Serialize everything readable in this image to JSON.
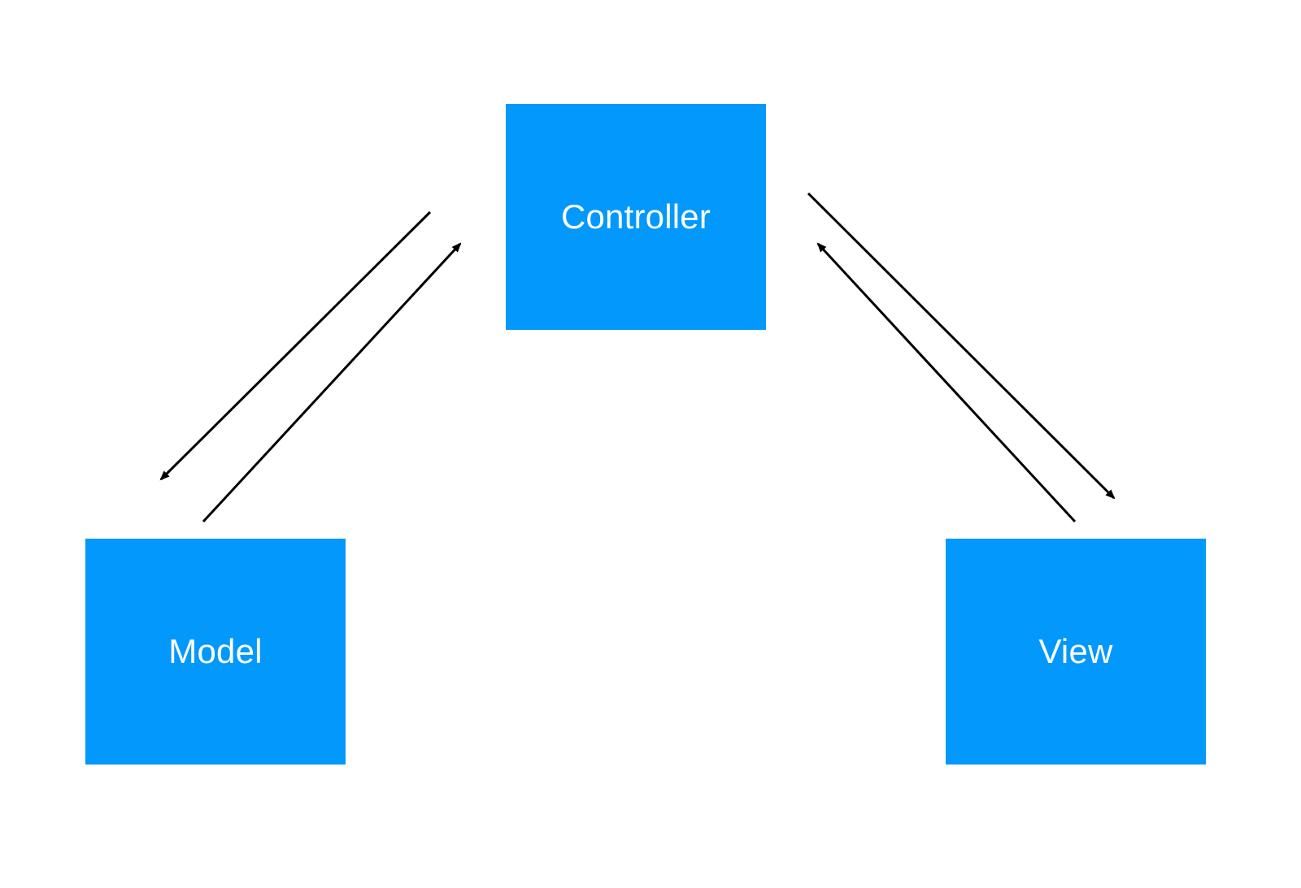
{
  "nodes": {
    "controller": {
      "label": "Controller"
    },
    "model": {
      "label": "Model"
    },
    "view": {
      "label": "View"
    }
  },
  "colors": {
    "node_fill": "#0398FC",
    "node_text": "#FFFFFF",
    "arrow": "#000000",
    "background": "#FFFFFF"
  },
  "edges": [
    {
      "from": "controller",
      "to": "model"
    },
    {
      "from": "model",
      "to": "controller"
    },
    {
      "from": "controller",
      "to": "view"
    },
    {
      "from": "view",
      "to": "controller"
    }
  ]
}
